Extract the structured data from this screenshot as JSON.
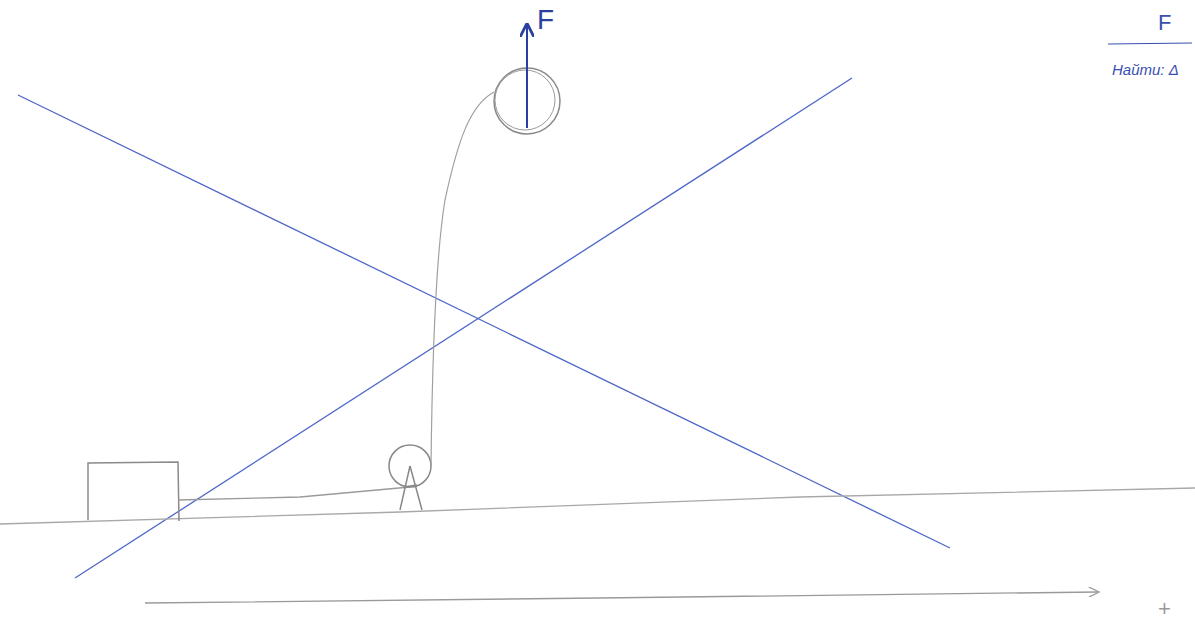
{
  "diagram": {
    "labels": [
      "F",
      "F",
      "Найти: Δ",
      "+"
    ]
  }
}
